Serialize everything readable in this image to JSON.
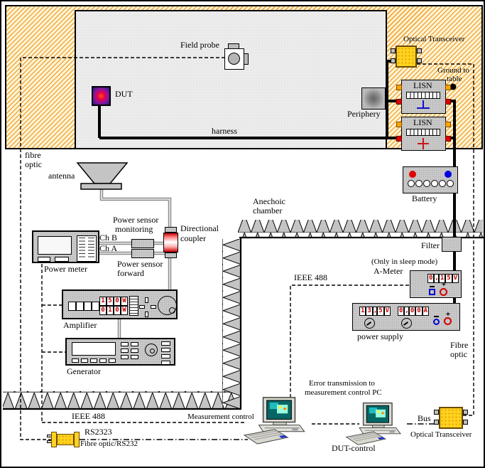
{
  "colors": {
    "hatch_orange": "#f2a83e",
    "panel_gray": "#c8c8c8",
    "transceiver_gold": "#ffd21e",
    "display_red": "#c00000",
    "terminal_red": "#d00000",
    "terminal_blue": "#0000d0",
    "lisn_ground_blue": "#1414cc",
    "lisn_plus_red": "#cc1414",
    "pc_screen_teal": "#066666",
    "wire_black": "#000000"
  },
  "shield_room": {
    "field_probe_label": "Field probe",
    "dut_label": "DUT",
    "periphery_label": "Periphery",
    "harness_label": "harness",
    "optical_transceiver_label": "Optical Transceiver",
    "ground_line1": "Ground to",
    "ground_line2": "table",
    "lisn_top_label": "LISN",
    "lisn_bottom_label": "LISN"
  },
  "chamber": {
    "anechoic_line1": "Anechoic",
    "anechoic_line2": "chamber",
    "fibre_line1": "fibre",
    "fibre_line2": "optic",
    "antenna_label": "antenna"
  },
  "rf_chain": {
    "power_meter_label": "Power meter",
    "monitoring_line1": "Power sensor",
    "monitoring_line2": "monitoring",
    "ch_b": "Ch B",
    "ch_a": "Ch A",
    "forward_line1": "Power sensor",
    "forward_line2": "forward",
    "coupler_line1": "Directional",
    "coupler_line2": "coupler",
    "amplifier_label": "Amplifier",
    "generator_label": "Generator",
    "amp_display": {
      "r1": [
        "1",
        "5",
        "0",
        "W"
      ],
      "r2": [
        "0",
        "1",
        "0",
        "W"
      ]
    }
  },
  "power_chain": {
    "battery_label": "Battery",
    "filter_label": "Filter",
    "sleep_note": "(Only in sleep mode)",
    "a_meter_label": "A-Meter",
    "a_meter_display": [
      "0",
      ",",
      "1",
      "5",
      "V"
    ],
    "power_supply_label": "power supply",
    "ps_display_v": [
      "1",
      "3",
      ",",
      "5",
      "V"
    ],
    "ps_display_a": [
      "0",
      ",",
      "0",
      "0",
      "A"
    ],
    "fibre_line1": "Fibre",
    "fibre_line2": "optic",
    "ieee488_label": "IEEE 488"
  },
  "control_room": {
    "ieee488_label": "IEEE 488",
    "measurement_control_label": "Measurement control",
    "error_line1": "Error transmission to",
    "error_line2": "measurement control PC",
    "dut_control_label": "DUT-control",
    "bus_label": "Bus",
    "optical_transceiver_label": "Optical Transceiver",
    "rs232_label": "RS2323",
    "fibre_rs232_label": "Fibre optic/RS232"
  }
}
